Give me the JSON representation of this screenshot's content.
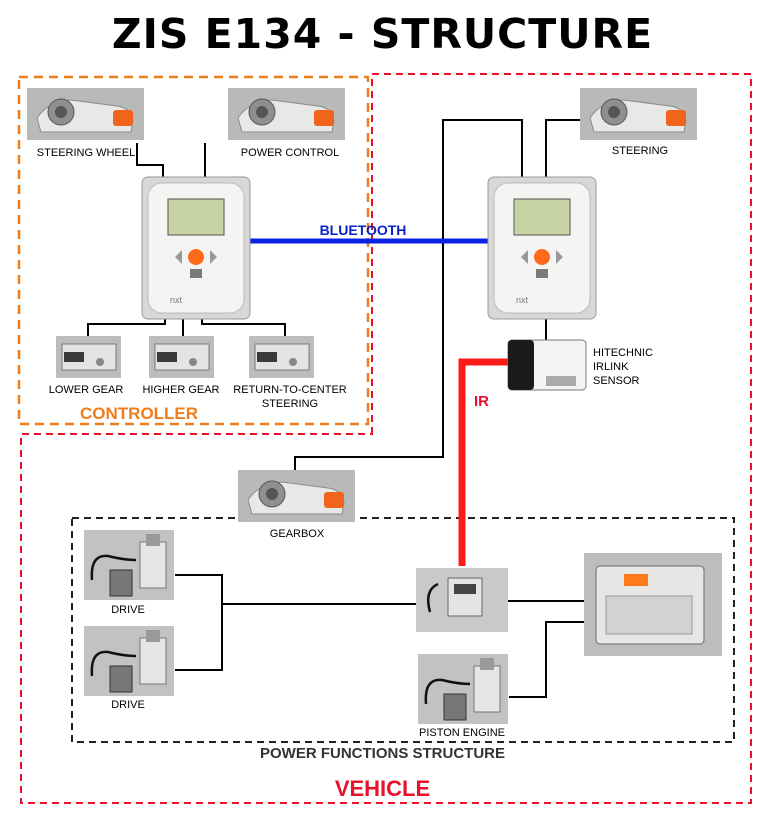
{
  "title": "ZIS E134 - STRUCTURE",
  "groups": {
    "controller": "CONTROLLER",
    "vehicle": "VEHICLE",
    "power_functions": "POWER FUNCTIONS STRUCTURE"
  },
  "links": {
    "bluetooth": "BLUETOOTH",
    "ir": "IR"
  },
  "components": {
    "steering_wheel": "STEERING WHEEL",
    "power_control": "POWER CONTROL",
    "lower_gear": "LOWER GEAR",
    "higher_gear": "HIGHER GEAR",
    "return_to_center_1": "RETURN-TO-CENTER",
    "return_to_center_2": "STEERING",
    "steering": "STEERING",
    "irlink_1": "HITECHNIC",
    "irlink_2": "IRLINK",
    "irlink_3": "SENSOR",
    "gearbox": "GEARBOX",
    "drive_1": "DRIVE",
    "drive_2": "DRIVE",
    "piston_engine": "PISTON ENGINE"
  },
  "colors": {
    "controller_border": "#f07d1a",
    "controller_text": "#f07d1a",
    "vehicle_border": "#e8102a",
    "vehicle_text": "#e8102a",
    "pf_border": "#222222",
    "pf_text": "#333333",
    "bluetooth": "#0a22e6",
    "bluetooth_text": "#0a22cc",
    "ir": "#ff1a1a",
    "ir_text": "#e8102a",
    "motor_orange": "#f0641e",
    "nxt_button": "#ff6a1a",
    "lego_grey": "#d4d4d2"
  },
  "icons": [
    "nxt-brick-icon",
    "nxt-motor-icon",
    "touch-sensor-icon",
    "irlink-sensor-icon",
    "pf-motor-icon",
    "pf-ir-receiver-icon",
    "pf-battery-box-icon"
  ]
}
